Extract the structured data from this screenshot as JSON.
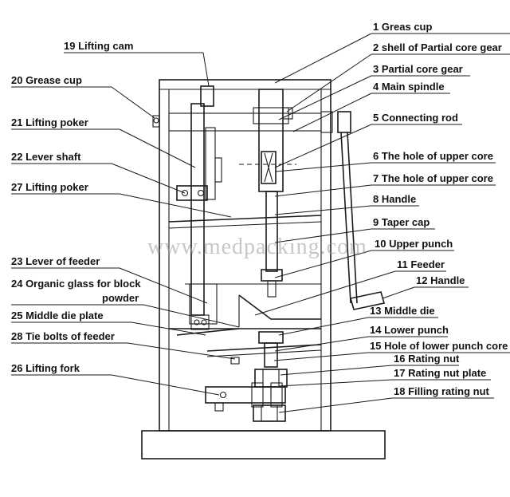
{
  "watermark": "www.medpacking.com",
  "labels": {
    "l1": "1 Greas cup",
    "l2": "2 shell of Partial core gear",
    "l3": "3 Partial core gear",
    "l4": "4 Main spindle",
    "l5": "5  Connecting rod",
    "l6": "6 The hole of upper core",
    "l7": "7 The hole of upper core",
    "l8": "8 Handle",
    "l9": "9  Taper cap",
    "l10": "10 Upper punch",
    "l11": "11 Feeder",
    "l12": "12 Handle",
    "l13": "13 Middle die",
    "l14": "14 Lower punch",
    "l15": "15 Hole of lower punch core",
    "l16": "16 Rating nut",
    "l17": "17 Rating nut plate",
    "l18": "18 Filling rating nut",
    "l19": "19 Lifting cam",
    "l20": "20 Grease cup",
    "l21": "21 Lifting poker",
    "l22": "22 Lever shaft",
    "l27": "27 Lifting poker",
    "l23": "23 Lever of feeder",
    "l24a": "24 Organic glass for block",
    "l24b": "powder",
    "l25": "25 Middle die plate",
    "l28": "28 Tie bolts of feeder",
    "l26": "26 Lifting fork"
  }
}
